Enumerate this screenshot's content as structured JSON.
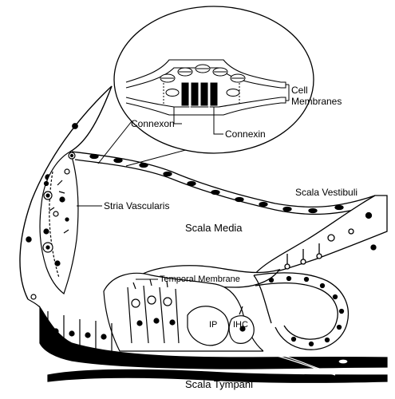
{
  "labels": {
    "cell_membranes_line1": "Cell",
    "cell_membranes_line2": "Membranes",
    "connexon": "Connexon",
    "connexin": "Connexin",
    "stria_vascularis": "Stria Vascularis",
    "scala_vestibuli": "Scala Vestibuli",
    "scala_media": "Scala Media",
    "temporal_membrane": "Temporal Membrane",
    "ip": "IP",
    "ihc": "IHC",
    "scala_tympani": "Scala Tympani"
  },
  "colors": {
    "ink": "#000000",
    "paper": "#ffffff",
    "cell_fill": "#f4f4f4"
  }
}
